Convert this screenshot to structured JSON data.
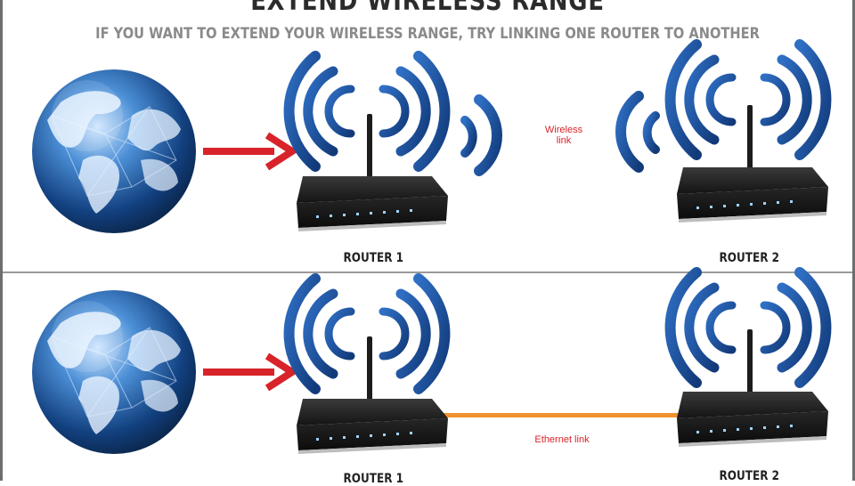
{
  "header": {
    "title": "EXTEND WIRELESS RANGE",
    "subtitle": "IF YOU WANT TO EXTEND YOUR WIRELESS RANGE, TRY LINKING ONE ROUTER TO ANOTHER"
  },
  "top_scenario": {
    "router1_label": "ROUTER 1",
    "router2_label": "ROUTER 2",
    "link_label_line1": "Wireless",
    "link_label_line2": "link"
  },
  "bottom_scenario": {
    "router1_label": "ROUTER 1",
    "router2_label": "ROUTER 2",
    "link_label": "Ethernet link"
  },
  "colors": {
    "arrow": "#d8232a",
    "ethernet": "#f0922e",
    "waves": "#1f4e9c",
    "label_red": "#d8232a"
  },
  "icons": [
    "globe-icon",
    "arrow-icon",
    "router-icon",
    "wifi-waves-icon"
  ]
}
